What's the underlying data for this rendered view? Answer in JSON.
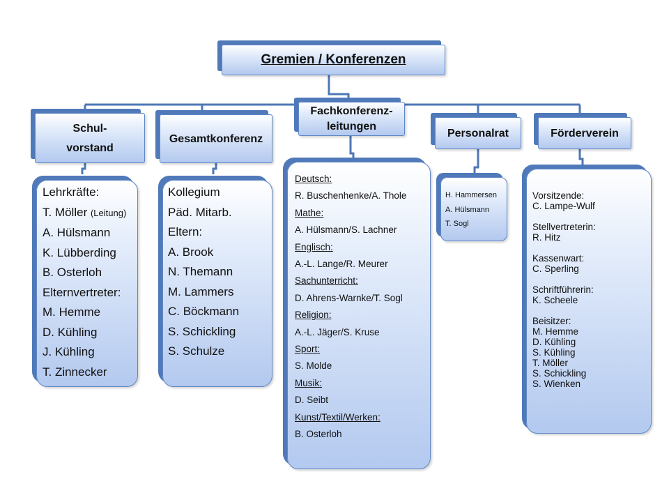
{
  "title": "Gremien / Konferenzen",
  "headers": {
    "schulvorstand": [
      "Schul-",
      "vorstand"
    ],
    "gesamtkonferenz": "Gesamtkonferenz",
    "fachkonferenzleitungen": [
      "Fachkonferenz-",
      "leitungen"
    ],
    "personalrat": "Personalrat",
    "foerderverein": "Förderverein"
  },
  "schulvorstand": {
    "items": [
      {
        "text": "Lehrkräfte:"
      },
      {
        "text": "T. Möller",
        "note": "(Leitung)"
      },
      {
        "text": "A. Hülsmann"
      },
      {
        "text": "K. Lübberding"
      },
      {
        "text": "B. Osterloh"
      },
      {
        "text": "Elternvertreter:"
      },
      {
        "text": "M. Hemme"
      },
      {
        "text": "D. Kühling"
      },
      {
        "text": "J. Kühling"
      },
      {
        "text": "T. Zinnecker"
      }
    ]
  },
  "gesamtkonferenz": {
    "items": [
      "Kollegium",
      "Päd. Mitarb.",
      "Eltern:",
      "A. Brook",
      "N. Themann",
      "M. Lammers",
      "C. Böckmann",
      "S. Schickling",
      "S. Schulze"
    ]
  },
  "fachkonferenzen": [
    {
      "subject": "Deutsch",
      "leads": "R. Buschenhenke/A. Thole"
    },
    {
      "subject": "Mathe",
      "leads": "A. Hülsmann/S. Lachner"
    },
    {
      "subject": "Englisch",
      "leads": "A.-L. Lange/R. Meurer"
    },
    {
      "subject": "Sachunterricht",
      "leads": "D. Ahrens-Warnke/T. Sogl"
    },
    {
      "subject": "Religion",
      "leads": "A.-L. Jäger/S. Kruse"
    },
    {
      "subject": "Sport",
      "leads": "S. Molde"
    },
    {
      "subject": "Musik",
      "leads": "D. Seibt"
    },
    {
      "subject": "Kunst/Textil/Werken",
      "leads": "B. Osterloh"
    }
  ],
  "personalrat": {
    "items": [
      "H. Hammersen",
      "A. Hülsmann",
      "T. Sogl"
    ]
  },
  "foerderverein": {
    "vorsitzende_label": "Vorsitzende:",
    "vorsitzende": "C. Lampe-Wulf",
    "stellvertreterin_label": "Stellvertreterin:",
    "stellvertreterin": "R. Hitz",
    "kassenwart_label": "Kassenwart:",
    "kassenwart": "C. Sperling",
    "schriftfuehrerin_label": "Schriftführerin:",
    "schriftfuehrerin": "K. Scheele",
    "beisitzer_label": "Beisitzer:",
    "beisitzer": [
      "M. Hemme",
      "D. Kühling",
      "S. Kühling",
      "T. Möller",
      "S. Schickling",
      "S. Wienken"
    ]
  },
  "colors": {
    "box_border": "#5f87c6",
    "box_shadow": "#4f79b8",
    "connector": "#4e77b4",
    "gradient_top": "#ffffff",
    "gradient_bottom": "#b3c9ef"
  }
}
